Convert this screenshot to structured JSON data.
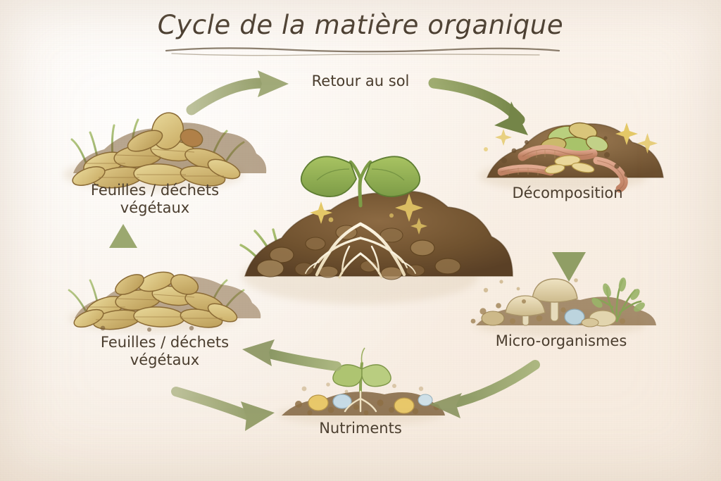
{
  "page": {
    "title": "Cycle de la matière organique",
    "background_color": "#faf2ea",
    "text_color": "#4a3d2e",
    "arrow_color": "#8a9a62",
    "style": "watercolor-illustration"
  },
  "diagram": {
    "type": "cycle",
    "center_node": {
      "name": "seedling-in-soil",
      "description": "jeune pousse avec racines dans le sol"
    },
    "nodes": [
      {
        "id": "retour-au-sol",
        "label": "Retour au sol",
        "lines": [
          "Retour au sol"
        ],
        "icon": "none",
        "position": "top-center"
      },
      {
        "id": "feuilles-dechets-haut",
        "label": "Feuilles / déchets végétaux",
        "lines": [
          "Feuilles / déchets",
          "végétaux"
        ],
        "icon": "leaf-pile-icon",
        "position": "top-left"
      },
      {
        "id": "decomposition",
        "label": "Décomposition",
        "lines": [
          "Décomposition"
        ],
        "icon": "compost-worms-icon",
        "position": "top-right"
      },
      {
        "id": "micro-organismes",
        "label": "Micro-organismes",
        "lines": [
          "Micro-organismes"
        ],
        "icon": "mushroom-soil-icon",
        "position": "bottom-right"
      },
      {
        "id": "nutriments",
        "label": "Nutriments",
        "lines": [
          "Nutriments"
        ],
        "icon": "nutrient-sprout-icon",
        "position": "bottom-center"
      },
      {
        "id": "feuilles-dechets-bas",
        "label": "Feuilles / déchets végétaux",
        "lines": [
          "Feuilles / déchets",
          "végétaux"
        ],
        "icon": "leaf-pile-icon",
        "position": "bottom-left"
      }
    ],
    "arrows": [
      {
        "id": "arrow-leaves-to-retour",
        "from": "feuilles-dechets-haut",
        "to": "retour-au-sol",
        "direction": "right"
      },
      {
        "id": "arrow-retour-to-decomposition",
        "from": "retour-au-sol",
        "to": "decomposition",
        "direction": "down-right"
      },
      {
        "id": "arrow-decomposition-to-micro",
        "from": "decomposition",
        "to": "micro-organismes",
        "direction": "down"
      },
      {
        "id": "arrow-micro-to-nutriments",
        "from": "micro-organismes",
        "to": "nutriments",
        "direction": "left"
      },
      {
        "id": "arrow-nutriments-to-leaves",
        "from": "nutriments",
        "to": "feuilles-dechets-bas",
        "direction": "left"
      },
      {
        "id": "arrow-leaves-bottom-to-nutriments",
        "from": "feuilles-dechets-bas",
        "to": "nutriments",
        "direction": "right"
      },
      {
        "id": "arrow-leaves-bottom-to-leaves-top",
        "from": "feuilles-dechets-bas",
        "to": "feuilles-dechets-haut",
        "direction": "up"
      }
    ]
  }
}
